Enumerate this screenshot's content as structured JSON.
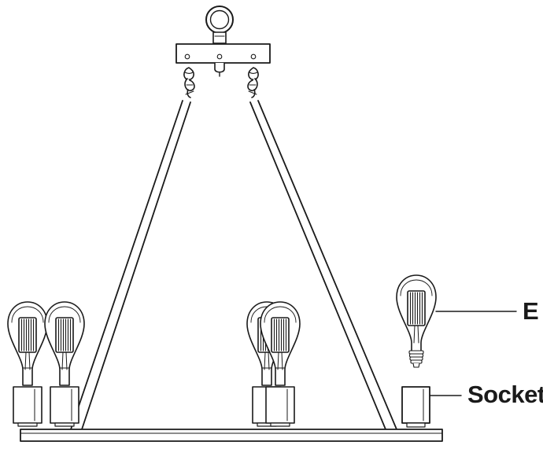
{
  "diagram": {
    "labels": {
      "e": "E",
      "socket": "Socket"
    },
    "components": {
      "mounting_ring": "ring-hanger",
      "canopy_plate": "canopy-plate",
      "support_rods": "support-rods",
      "bottom_frame": "bottom-frame",
      "installed_bulbs": "edison-bulbs",
      "loose_bulb": "edison-bulb-e",
      "empty_socket": "socket"
    },
    "colors": {
      "line": "#1a1a1a",
      "fill": "#ffffff"
    }
  }
}
